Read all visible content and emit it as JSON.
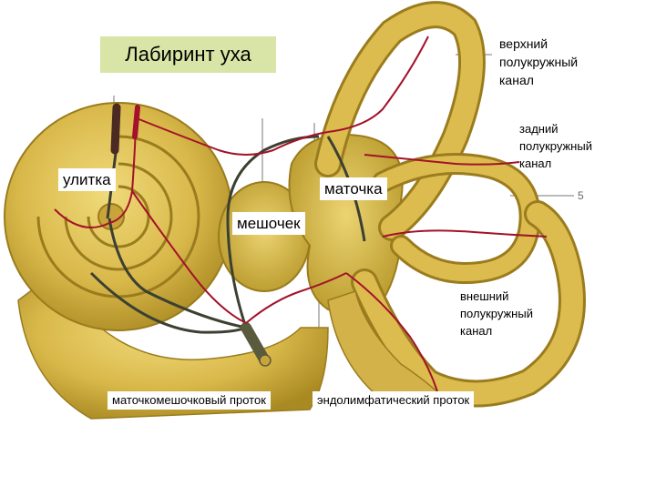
{
  "diagram": {
    "title": "Лабиринт уха",
    "labels": {
      "cochlea": "улитка",
      "saccule": "мешочек",
      "utricle": "маточка",
      "superior_canal": "верхний\nполукружный\nканал",
      "posterior_canal": "задний\nполукружный\nканал",
      "lateral_canal": "внешний\nполукружный\nканал",
      "utriculosaccular_duct": "маточкомешочковый проток",
      "endolymphatic_duct": "эндолимфатический проток",
      "figure_number": "5"
    },
    "colors": {
      "bone": "#d9b84a",
      "bone_dark": "#a98a22",
      "bone_light": "#f0da7a",
      "vessel": "#a3122a",
      "nerve": "#3c4032",
      "title_bg": "#d8e5a6"
    }
  }
}
